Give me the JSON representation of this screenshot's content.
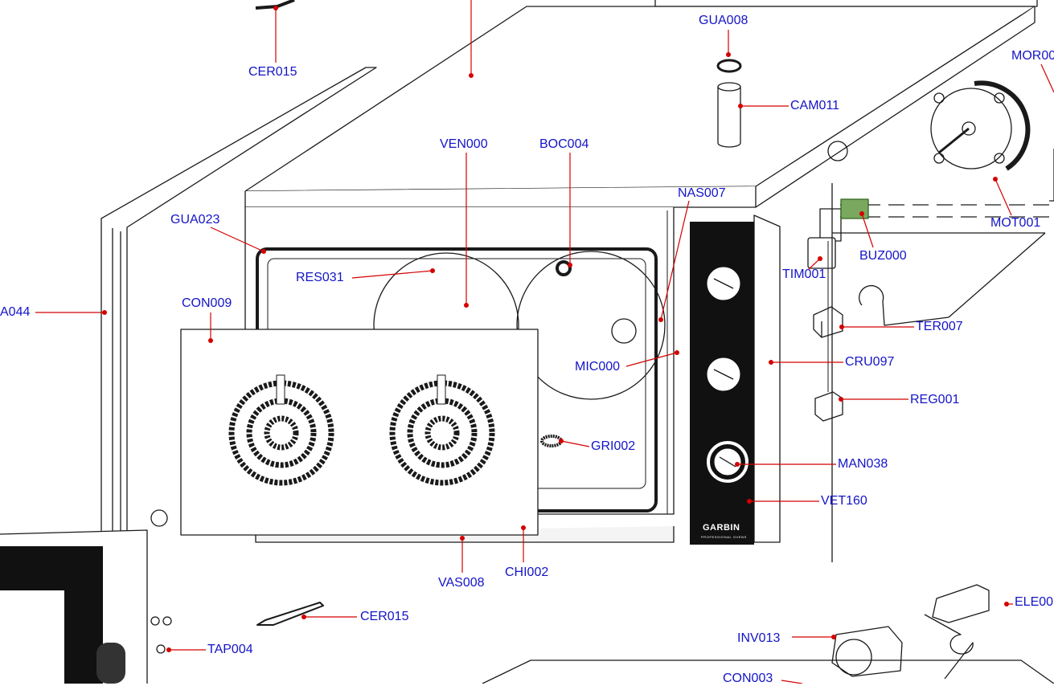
{
  "diagram": {
    "brand": {
      "name": "GARBIN",
      "tagline": "PROFESSIONAL OVENS"
    },
    "parts": {
      "cer015_top": "CER015",
      "gua008": "GUA008",
      "mor": "MOR00",
      "cam011": "CAM011",
      "ven000": "VEN000",
      "boc004": "BOC004",
      "nas007": "NAS007",
      "gua023": "GUA023",
      "res031": "RES031",
      "con009": "CON009",
      "a044": "A044",
      "mic000": "MIC000",
      "gri002": "GRI002",
      "tim001": "TIM001",
      "buz000": "BUZ000",
      "mot001": "MOT001",
      "ter007": "TER007",
      "cru097": "CRU097",
      "reg001": "REG001",
      "man038": "MAN038",
      "vet160": "VET160",
      "vas008": "VAS008",
      "chi002": "CHI002",
      "cer015_bottom": "CER015",
      "tap004": "TAP004",
      "inv013": "INV013",
      "con003": "CON003",
      "ele": "ELE00"
    },
    "colors": {
      "label": "#1414c8",
      "leader": "#d40000",
      "line": "#1a1a1a",
      "panel": "#111111"
    }
  }
}
